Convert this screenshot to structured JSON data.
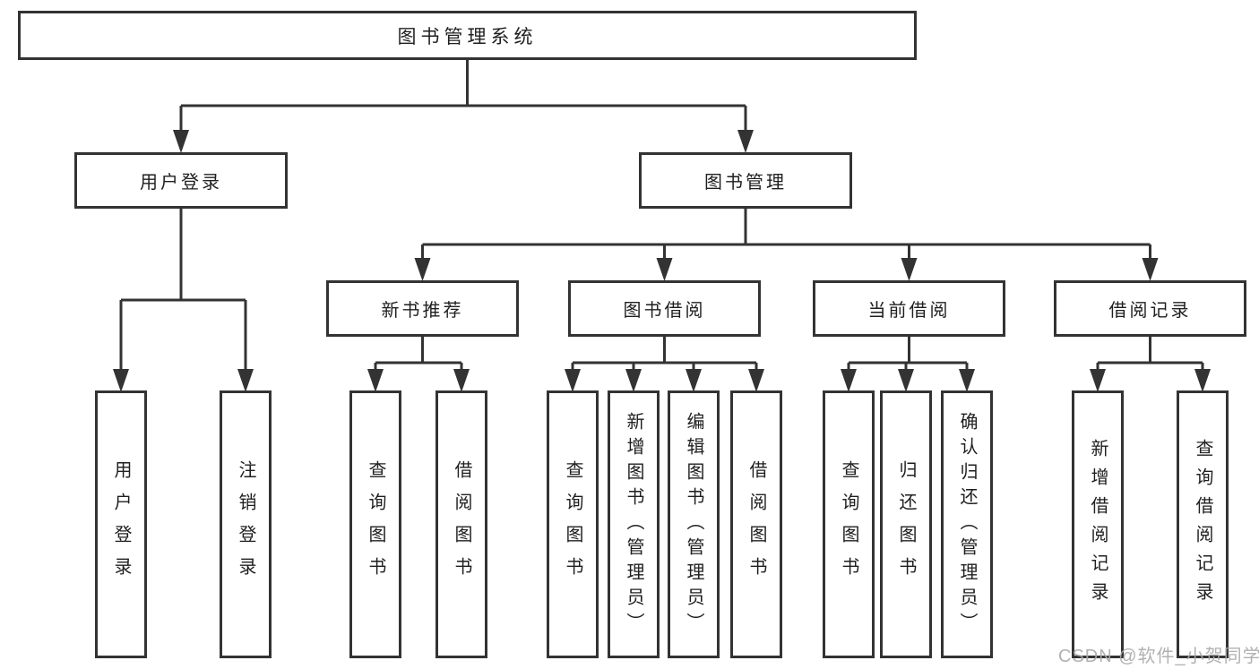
{
  "diagram": {
    "root": {
      "label": "图书管理系统"
    },
    "level2": [
      {
        "label": "用户登录"
      },
      {
        "label": "图书管理"
      }
    ],
    "level3": [
      {
        "label": "新书推荐"
      },
      {
        "label": "图书借阅"
      },
      {
        "label": "当前借阅"
      },
      {
        "label": "借阅记录"
      }
    ],
    "leaves": [
      {
        "label": "用户登录",
        "parent": "用户登录"
      },
      {
        "label": "注销登录",
        "parent": "用户登录"
      },
      {
        "label": "查询图书",
        "parent": "新书推荐"
      },
      {
        "label": "借阅图书",
        "parent": "新书推荐"
      },
      {
        "label": "查询图书",
        "parent": "图书借阅"
      },
      {
        "label": "新增图书（管理员）",
        "parent": "图书借阅"
      },
      {
        "label": "编辑图书（管理员）",
        "parent": "图书借阅"
      },
      {
        "label": "借阅图书",
        "parent": "图书借阅"
      },
      {
        "label": "查询图书",
        "parent": "当前借阅"
      },
      {
        "label": "归还图书",
        "parent": "当前借阅"
      },
      {
        "label": "确认归还（管理员）",
        "parent": "当前借阅"
      },
      {
        "label": "新增借阅记录",
        "parent": "借阅记录"
      },
      {
        "label": "查询借阅记录",
        "parent": "借阅记录"
      }
    ],
    "colors": {
      "line": "#333333",
      "box_border": "#333333",
      "text": "#1f1f1f",
      "background": "#ffffff",
      "watermark": "#a8a8a8"
    }
  },
  "watermark": {
    "text": "CSDN @软件_小贺同学"
  }
}
